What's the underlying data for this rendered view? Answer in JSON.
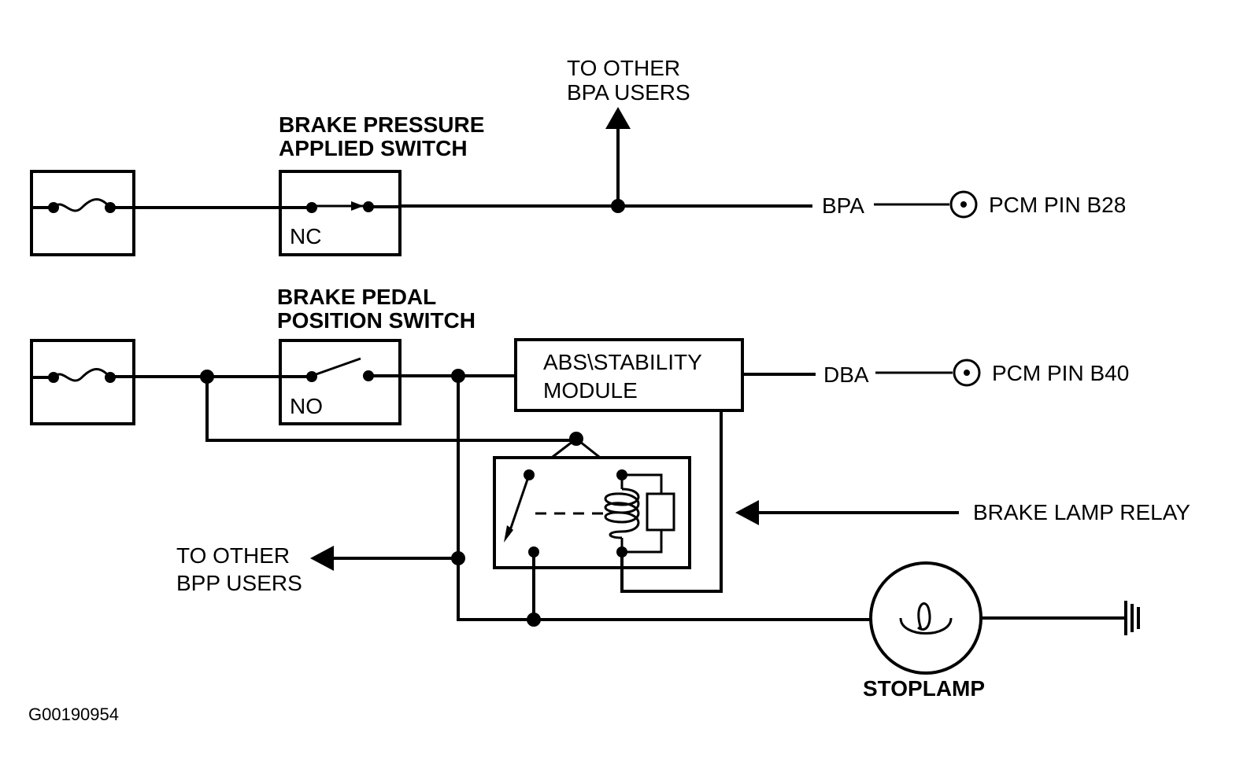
{
  "labels": {
    "to_other_bpa_line1": "TO OTHER",
    "to_other_bpa_line2": "BPA USERS",
    "bpa_switch_line1": "BRAKE PRESSURE",
    "bpa_switch_line2": "APPLIED SWITCH",
    "nc": "NC",
    "bpa": "BPA",
    "pcm_pin_b28": "PCM PIN B28",
    "bpp_switch_line1": "BRAKE PEDAL",
    "bpp_switch_line2": "POSITION SWITCH",
    "no": "NO",
    "abs_line1": "ABS\\STABILITY",
    "abs_line2": "MODULE",
    "dba": "DBA",
    "pcm_pin_b40": "PCM PIN B40",
    "brake_lamp_relay": "BRAKE LAMP RELAY",
    "to_other_bpp_line1": "TO OTHER",
    "to_other_bpp_line2": "BPP USERS",
    "stoplamp": "STOPLAMP",
    "figure_id": "G00190954"
  },
  "icons": [
    "fuse-icon",
    "switch-nc-icon",
    "switch-no-icon",
    "relay-coil-icon",
    "lamp-icon",
    "ground-icon",
    "connector-icon",
    "arrow-icon"
  ]
}
